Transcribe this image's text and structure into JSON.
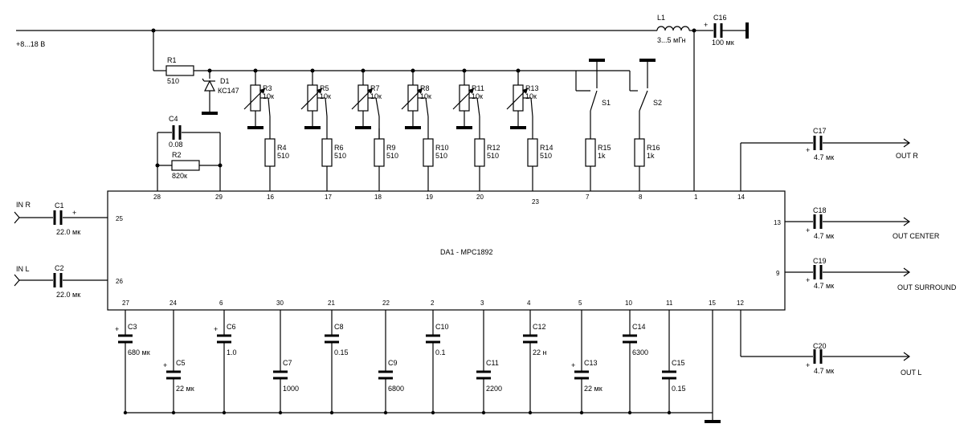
{
  "supply": {
    "label": "+8...18 В"
  },
  "ic": {
    "label": "DA1 - MPC1892"
  },
  "inputs": {
    "in_r": "IN R",
    "in_l": "IN L"
  },
  "outputs": {
    "out_r": "OUT R",
    "out_center": "OUT CENTER",
    "out_surround": "OUT SURROUND",
    "out_l": "OUT L"
  },
  "inductor": {
    "name": "L1",
    "value": "3...5 мГн"
  },
  "diode": {
    "name": "D1",
    "value": "КС147"
  },
  "switches": [
    "S1",
    "S2"
  ],
  "resistors": {
    "R1": {
      "name": "R1",
      "value": "510"
    },
    "R2": {
      "name": "R2",
      "value": "820к"
    },
    "R4": {
      "name": "R4",
      "value": "510"
    },
    "R6": {
      "name": "R6",
      "value": "510"
    },
    "R9": {
      "name": "R9",
      "value": "510"
    },
    "R10": {
      "name": "R10",
      "value": "510"
    },
    "R12": {
      "name": "R12",
      "value": "510"
    },
    "R14": {
      "name": "R14",
      "value": "510"
    },
    "R15": {
      "name": "R15",
      "value": "1k"
    },
    "R16": {
      "name": "R16",
      "value": "1k"
    }
  },
  "pots": {
    "R3": {
      "name": "R3",
      "value": "10к"
    },
    "R5": {
      "name": "R5",
      "value": "10к"
    },
    "R7": {
      "name": "R7",
      "value": "10к"
    },
    "R8": {
      "name": "R8",
      "value": "10к"
    },
    "R11": {
      "name": "R11",
      "value": "10к"
    },
    "R13": {
      "name": "R13",
      "value": "10к"
    }
  },
  "capacitors": {
    "C1": {
      "name": "C1",
      "value": "22.0 мк"
    },
    "C2": {
      "name": "C2",
      "value": "22.0 мк"
    },
    "C3": {
      "name": "C3",
      "value": "680 мк"
    },
    "C4": {
      "name": "C4",
      "value": "0.08"
    },
    "C5": {
      "name": "C5",
      "value": "22 мк"
    },
    "C6": {
      "name": "C6",
      "value": "1.0"
    },
    "C7": {
      "name": "C7",
      "value": "1000"
    },
    "C8": {
      "name": "C8",
      "value": "0.15"
    },
    "C9": {
      "name": "C9",
      "value": "6800"
    },
    "C10": {
      "name": "C10",
      "value": "0.1"
    },
    "C11": {
      "name": "C11",
      "value": "2200"
    },
    "C12": {
      "name": "C12",
      "value": "22 н"
    },
    "C13": {
      "name": "C13",
      "value": "22 мк"
    },
    "C14": {
      "name": "C14",
      "value": "6300"
    },
    "C15": {
      "name": "C15",
      "value": "0.15"
    },
    "C16": {
      "name": "C16",
      "value": "100 мк"
    },
    "C17": {
      "name": "C17",
      "value": "4.7 мк"
    },
    "C18": {
      "name": "C18",
      "value": "4.7 мк"
    },
    "C19": {
      "name": "C19",
      "value": "4.7 мк"
    },
    "C20": {
      "name": "C20",
      "value": "4.7 мк"
    }
  },
  "pins": {
    "top": [
      "28",
      "29",
      "16",
      "17",
      "18",
      "19",
      "20",
      "23",
      "7",
      "8",
      "1",
      "14"
    ],
    "left": [
      "25",
      "26"
    ],
    "right": [
      "13",
      "9"
    ],
    "bottom": [
      "27",
      "24",
      "6",
      "30",
      "21",
      "22",
      "2",
      "3",
      "4",
      "5",
      "10",
      "11",
      "15",
      "12"
    ]
  },
  "polarity": {
    "plus": "+"
  }
}
